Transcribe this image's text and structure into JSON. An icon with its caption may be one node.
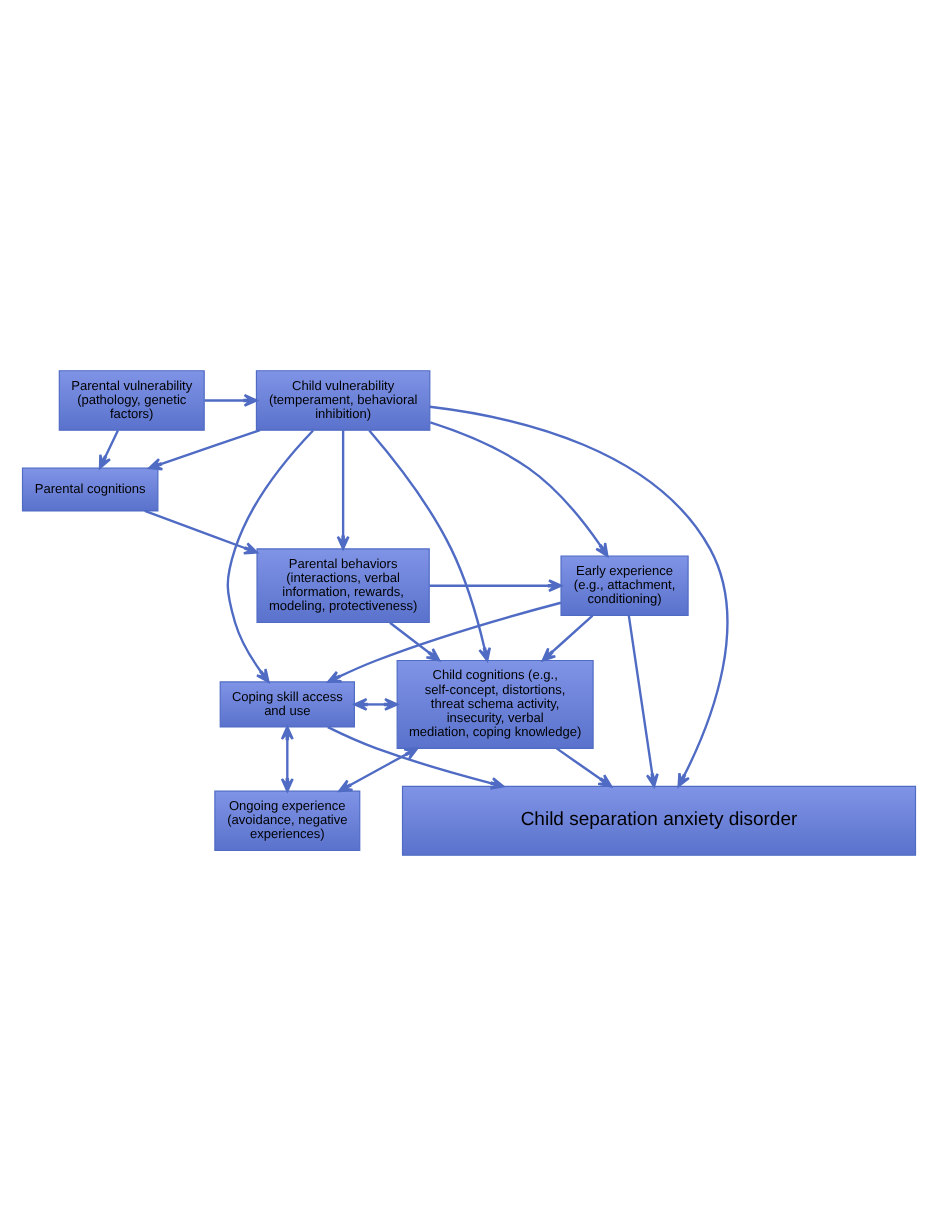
{
  "diagram": {
    "nodes": [
      {
        "text": [
          "Child vulnerability (temperament, behavioral inhibition)"
        ]
      },
      {
        "text": [
          "Parental vulnerability (pathology, genetic factors)"
        ]
      },
      {
        "text": [
          "Parental cognitions"
        ]
      },
      {
        "text": [
          "Early experience (e.g., attachment, conditioning)"
        ]
      },
      {
        "text": [
          "Parental behaviors (interactions, verbal information, rewards, modeling, protectiveness)"
        ]
      },
      {
        "text": [
          "Coping skill access and use"
        ]
      },
      {
        "text": [
          "Child cognitions (e.g., self-concept, distortions, threat schema activity, insecurity, verbal mediation, coping knowledge)"
        ]
      },
      {
        "text": [
          "Ongoing experience (avoidance, negative experiences)"
        ]
      },
      {
        "text": [
          "Child separation anxiety disorder"
        ]
      }
    ],
    "edges": [
      {
        "from": 1,
        "to": 0,
        "arrow": "to"
      },
      {
        "from": 1,
        "to": 2,
        "arrow": "to"
      },
      {
        "from": 0,
        "to": 2,
        "arrow": "to"
      },
      {
        "from": 0,
        "to": 3,
        "arrow": "to"
      },
      {
        "from": 0,
        "to": 4,
        "arrow": "to"
      },
      {
        "from": 0,
        "to": 6,
        "arrow": "to"
      },
      {
        "from": 0,
        "to": 5,
        "arrow": "to"
      },
      {
        "from": 0,
        "to": 8,
        "arrow": "to"
      },
      {
        "from": 2,
        "to": 4,
        "arrow": "to"
      },
      {
        "from": 4,
        "to": 3,
        "arrow": "to"
      },
      {
        "from": 4,
        "to": 6,
        "arrow": "to"
      },
      {
        "from": 3,
        "to": 5,
        "arrow": "to"
      },
      {
        "from": 3,
        "to": 6,
        "arrow": "to"
      },
      {
        "from": 3,
        "to": 8,
        "arrow": "to"
      },
      {
        "from": 5,
        "to": 6,
        "arrow": "both"
      },
      {
        "from": 5,
        "to": 7,
        "arrow": "both"
      },
      {
        "from": 6,
        "to": 7,
        "arrow": "both"
      },
      {
        "from": 5,
        "to": 8,
        "arrow": "to"
      },
      {
        "from": 6,
        "to": 8,
        "arrow": "to"
      }
    ]
  }
}
